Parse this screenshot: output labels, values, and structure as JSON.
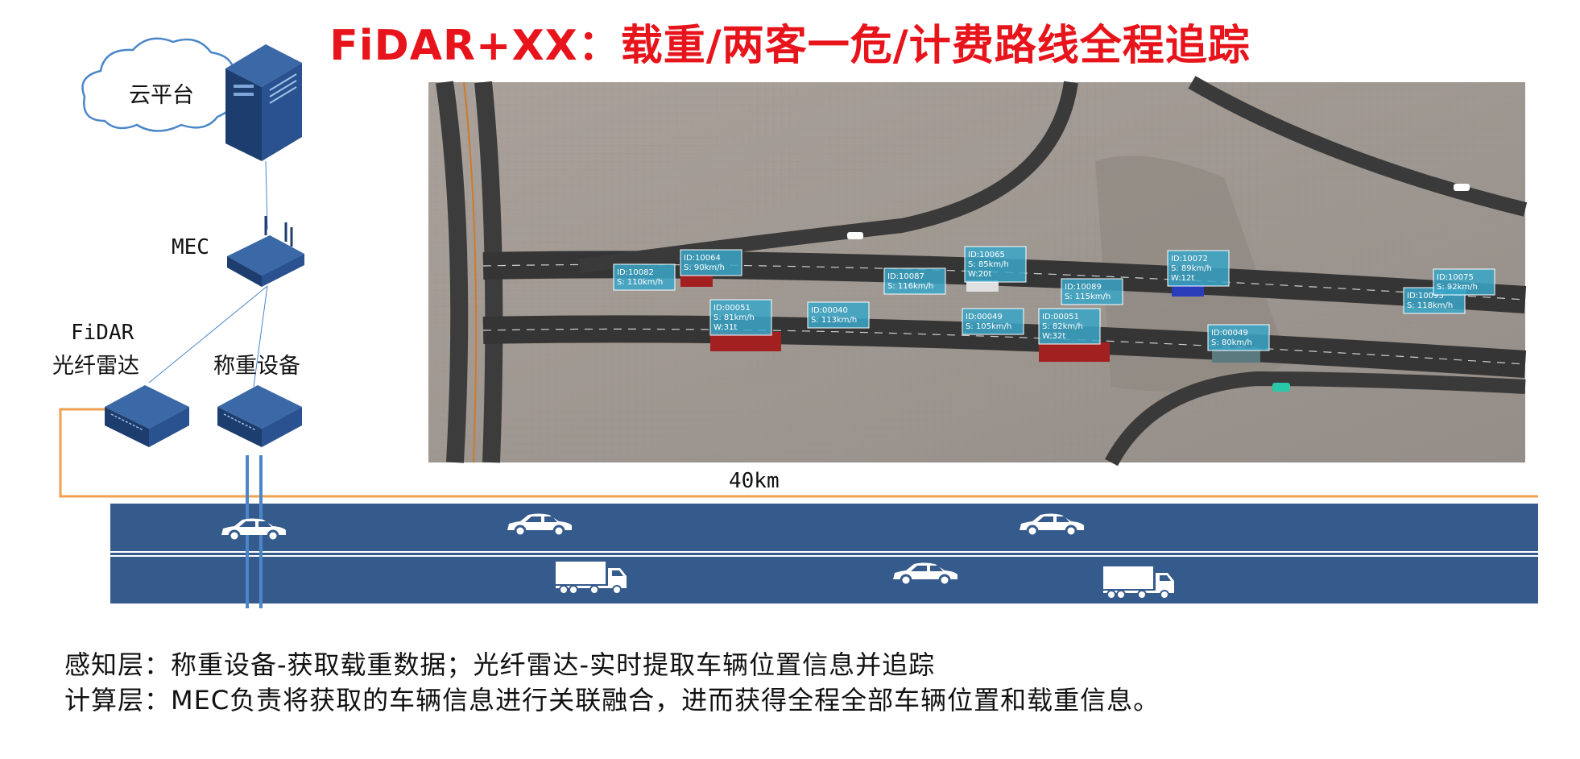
{
  "title": "FiDAR+XX：载重/两客一危/计费路线全程追踪",
  "nodes": {
    "cloud": "云平台",
    "mec": "MEC",
    "fidar_line1": "FiDAR",
    "fidar_line2": "光纤雷达",
    "weigh": "称重设备"
  },
  "distance_label": "40km",
  "vehicle_tags": [
    {
      "lines": [
        "ID:10082",
        "S: 110km/h"
      ]
    },
    {
      "lines": [
        "ID:10064",
        "S: 90km/h"
      ]
    },
    {
      "lines": [
        "ID:00051",
        "S: 81km/h",
        "W:31t"
      ]
    },
    {
      "lines": [
        "ID:00040",
        "S: 113km/h"
      ]
    },
    {
      "lines": [
        "ID:10087",
        "S: 116km/h"
      ]
    },
    {
      "lines": [
        "ID:10065",
        "S: 85km/h",
        "W:20t"
      ]
    },
    {
      "lines": [
        "ID:00049",
        "S: 105km/h"
      ]
    },
    {
      "lines": [
        "ID:10089",
        "S: 115km/h"
      ]
    },
    {
      "lines": [
        "ID:00051",
        "S: 82km/h",
        "W:32t"
      ]
    },
    {
      "lines": [
        "ID:10072",
        "S: 89km/h",
        "W:12t"
      ]
    },
    {
      "lines": [
        "ID:00049",
        "S: 80km/h"
      ]
    },
    {
      "lines": [
        "ID:10093",
        "S: 118km/h"
      ]
    },
    {
      "lines": [
        "ID:10075",
        "S: 92km/h"
      ]
    }
  ],
  "description": {
    "line1": "感知层：称重设备-获取载重数据；光纤雷达-实时提取车辆位置信息并追踪",
    "line2": "计算层：MEC负责将获取的车辆信息进行关联融合，进而获得全程全部车辆位置和载重信息。"
  },
  "colors": {
    "title": "#e8141b",
    "device": "#1c3d6e",
    "road_band": "#355a8c",
    "fiber": "#f0a050",
    "link": "#4a86c8",
    "tag_fill": "#3aa6c8"
  },
  "icons": [
    "cloud-icon",
    "server-icon",
    "router-icon",
    "lidar-device-icon",
    "weigh-device-icon",
    "car-icon",
    "truck-icon"
  ]
}
